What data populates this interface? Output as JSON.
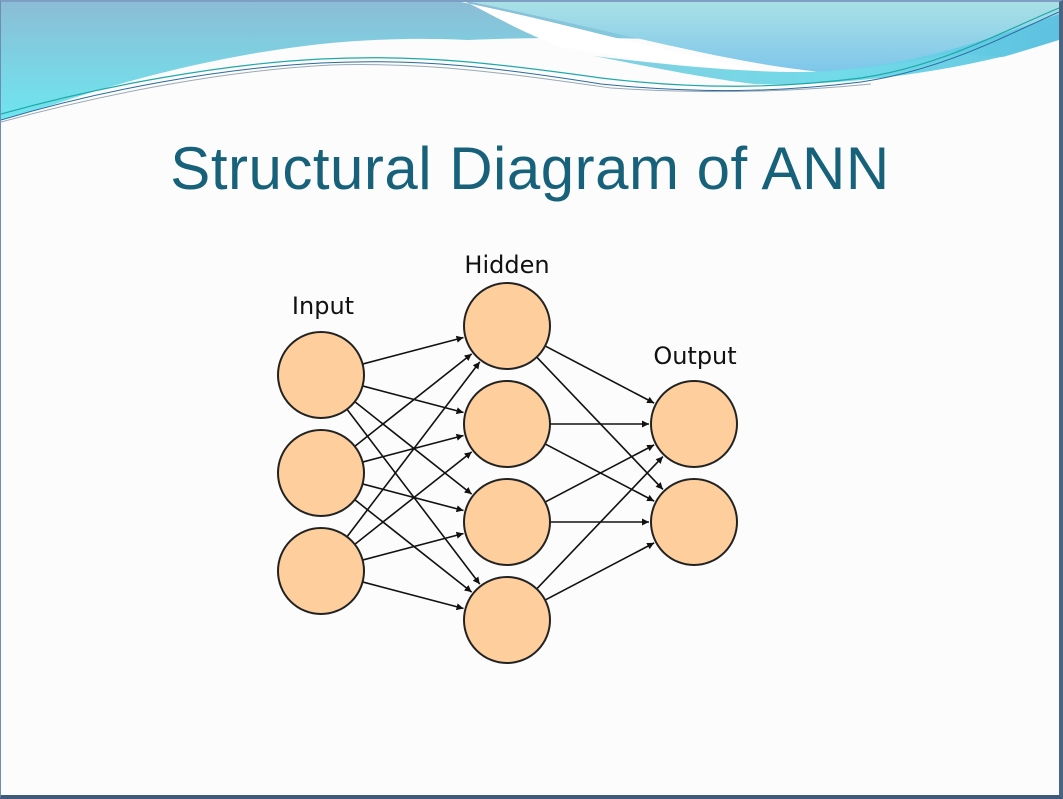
{
  "slide": {
    "title": "Structural Diagram of ANN"
  },
  "diagram": {
    "layers": [
      {
        "name": "input",
        "label": "Input",
        "neuron_count": 3
      },
      {
        "name": "hidden",
        "label": "Hidden",
        "neuron_count": 4
      },
      {
        "name": "output",
        "label": "Output",
        "neuron_count": 2
      }
    ],
    "connectivity": "fully-connected",
    "colors": {
      "neuron_fill": "#fecf9d",
      "neuron_stroke": "#222222",
      "edge": "#111111",
      "title": "#17627a"
    }
  }
}
